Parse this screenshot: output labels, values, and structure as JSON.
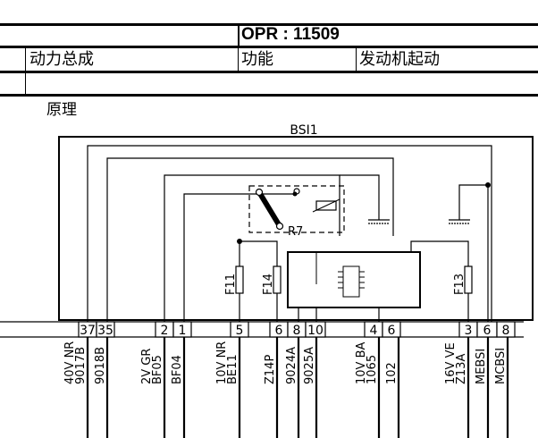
{
  "header": {
    "opr_label": "OPR : 11509",
    "category": "动力总成",
    "function_label": "功能",
    "function_value": "发动机起动"
  },
  "section_title": "原理",
  "diagram": {
    "module_label": "BSI1",
    "relay_label": "R7",
    "fuses": [
      "F11",
      "F14",
      "F13"
    ],
    "pins": [
      "37",
      "35",
      "2",
      "1",
      "5",
      "6",
      "8",
      "10",
      "4",
      "6",
      "3",
      "6",
      "8"
    ],
    "wires": [
      [
        "40V NR",
        "9017B"
      ],
      [
        "9018B"
      ],
      [
        "2V GR",
        "BF05"
      ],
      [
        "BF04"
      ],
      [
        "10V NR",
        "BE11"
      ],
      [
        "Z14P"
      ],
      [
        "9024A"
      ],
      [
        "9025A"
      ],
      [
        "10V BA",
        "1065"
      ],
      [
        "102"
      ],
      [
        "16V VE",
        "Z13A"
      ],
      [
        "MEBSI"
      ],
      [
        "MCBSI"
      ]
    ]
  }
}
